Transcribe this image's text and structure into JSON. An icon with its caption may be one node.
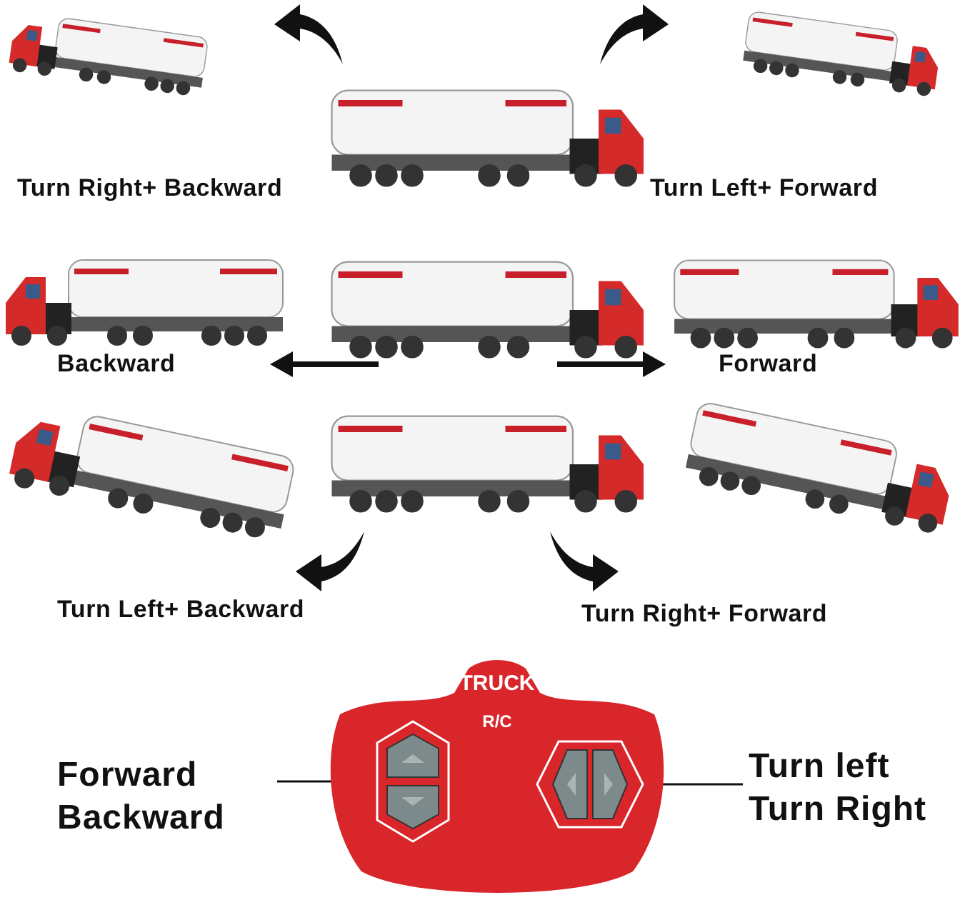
{
  "diagram": {
    "nodes": [
      {
        "text": [
          "TRUCK",
          "R/C"
        ]
      },
      {
        "text": [],
        "shape": "picture",
        "in": 0
      },
      {
        "text": [],
        "shape": "picture",
        "in": 0
      },
      {
        "text": [
          "Forward",
          "Backward"
        ]
      },
      {
        "text": [
          "Turn left",
          "Turn Right"
        ]
      }
    ],
    "edges": [
      {
        "from": 3,
        "to": 1,
        "arrow": "none"
      },
      {
        "from": 4,
        "to": 2,
        "arrow": "none"
      }
    ],
    "labels": [
      "Turn Right+ Backward",
      "Turn Left+ Forward",
      "Backward",
      "Forward",
      "Turn Left+ Backward",
      "Turn Right+ Forward"
    ]
  }
}
